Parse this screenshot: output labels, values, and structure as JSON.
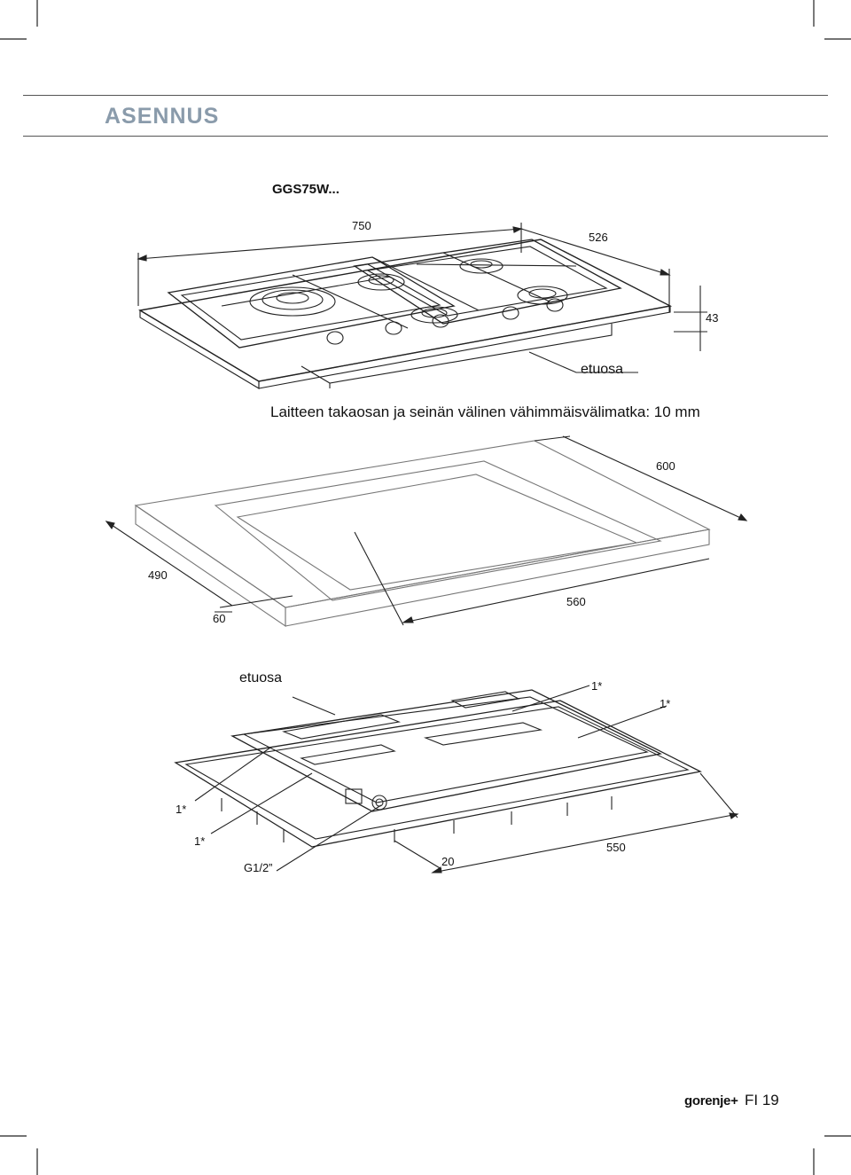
{
  "header": {
    "title": "ASENNUS"
  },
  "figure1": {
    "model": "GGS75W...",
    "dims": {
      "width": "750",
      "depth": "526",
      "height": "43"
    },
    "front_label": "etuosa"
  },
  "clearance_note": "Laitteen takaosan ja seinän välinen vähimmäisvälimatka: 10 mm",
  "figure2": {
    "dims": {
      "width": "600",
      "depth": "490",
      "edge": "60",
      "cutout": "560"
    }
  },
  "figure3": {
    "front_label": "etuosa",
    "markers": [
      "1*",
      "1*",
      "1*",
      "1*"
    ],
    "gas_connection": "G1/2”",
    "dims": {
      "offset": "20",
      "depth": "550"
    }
  },
  "footer": {
    "brand": "gorenje+",
    "page": "FI 19"
  }
}
